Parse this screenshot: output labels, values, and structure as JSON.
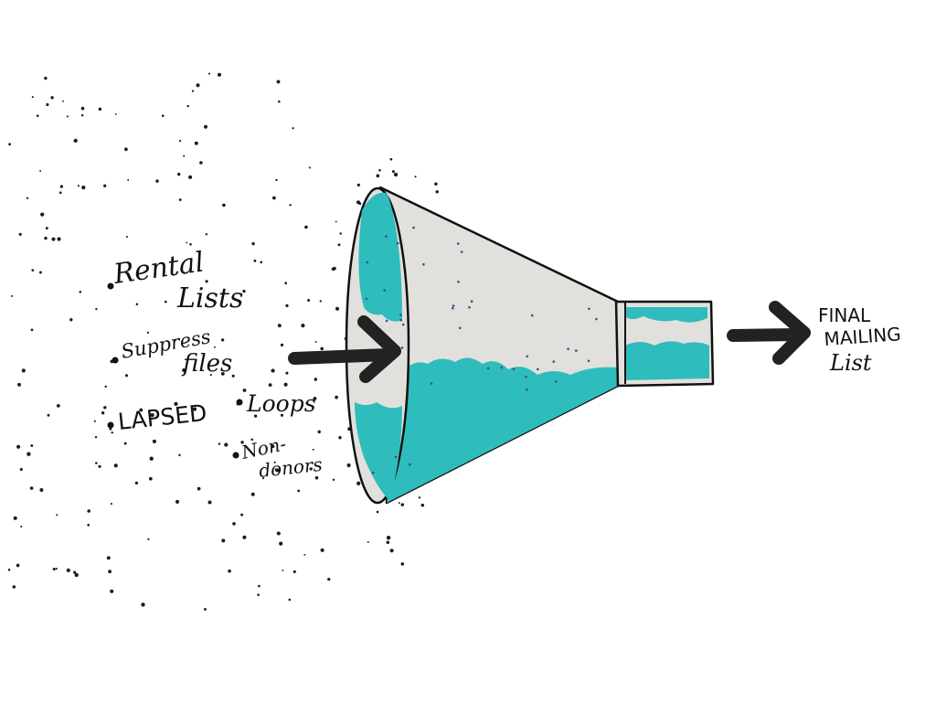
{
  "diagram": {
    "inputs": [
      {
        "id": "rental-lists",
        "lines": [
          "Rental",
          "Lists"
        ]
      },
      {
        "id": "suppress-files",
        "lines": [
          "Suppress",
          "files"
        ]
      },
      {
        "id": "lapsed",
        "lines": [
          "LAPSED"
        ]
      },
      {
        "id": "loops",
        "lines": [
          "Loops"
        ]
      },
      {
        "id": "non-donors",
        "lines": [
          "Non-",
          "donors"
        ]
      }
    ],
    "output": {
      "lines": [
        "FINAL",
        "MAILING",
        "List"
      ]
    }
  },
  "colors": {
    "funnel_fill": "#e2e0dc",
    "liquid": "#2fbcbc",
    "ink": "#111111",
    "speckle": "#1b1b1b"
  }
}
